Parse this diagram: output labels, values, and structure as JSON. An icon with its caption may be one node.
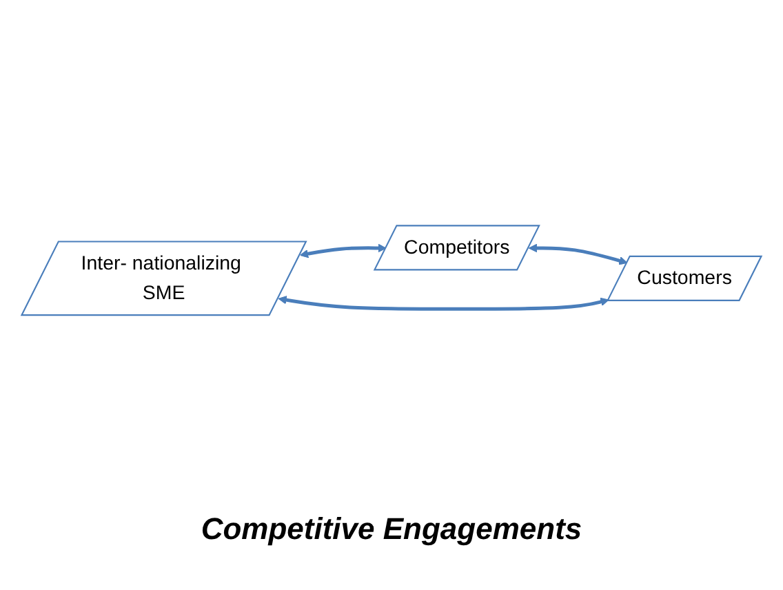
{
  "diagram": {
    "nodes": [
      {
        "text": [
          "Inter- nationalizing SME"
        ]
      },
      {
        "text": [
          "Competitors"
        ]
      },
      {
        "text": [
          "Customers"
        ]
      }
    ],
    "edges": [
      {
        "from": 0,
        "to": 1,
        "arrow": "both"
      },
      {
        "from": 1,
        "to": 2,
        "arrow": "both"
      },
      {
        "from": 0,
        "to": 2,
        "arrow": "both"
      }
    ],
    "labels": [
      "Competitive Engagements"
    ]
  }
}
